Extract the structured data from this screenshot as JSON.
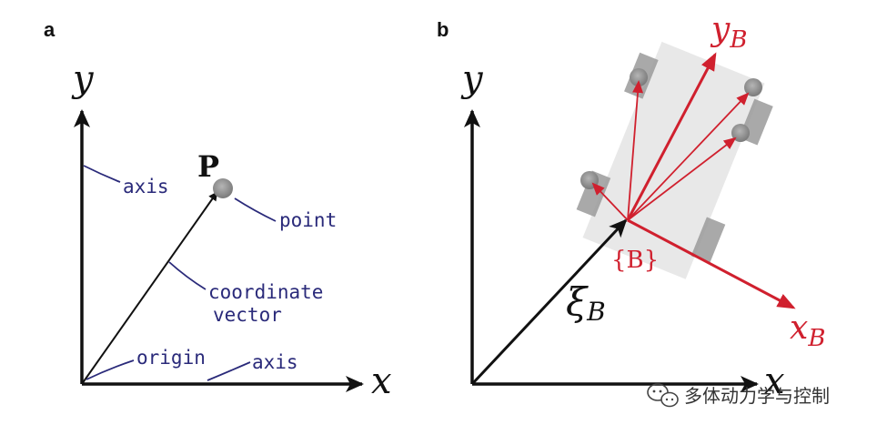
{
  "panels": {
    "a": {
      "label": "a",
      "axis_x": "x",
      "axis_y": "y",
      "point_label": "P",
      "annotations": {
        "axis_vertical": "axis",
        "point": "point",
        "coordinate_vector_line1": "coordinate",
        "coordinate_vector_line2": "vector",
        "origin": "origin",
        "axis_horizontal": "axis"
      }
    },
    "b": {
      "label": "b",
      "axis_x": "x",
      "axis_y": "y",
      "body_x": "x",
      "body_x_sub": "B",
      "body_y": "y",
      "body_y_sub": "B",
      "frame_name": "{B}",
      "pose_symbol": "ξ",
      "pose_sub": "B"
    }
  },
  "watermark": {
    "text": "多体动力学与控制"
  },
  "colors": {
    "axis": "#111111",
    "annotation_ink": "#2a2a7a",
    "body_frame": "#d0202e",
    "robot_body": "#e6e6e6",
    "wheel": "#9a9a9a"
  }
}
